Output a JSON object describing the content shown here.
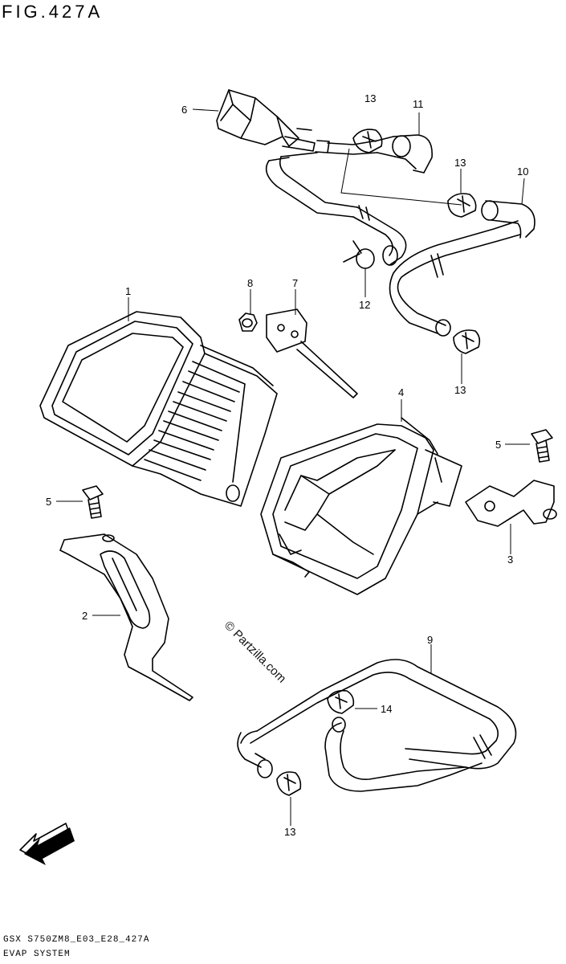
{
  "figure_title": "FIG.427A",
  "watermark": "© Partzilla.com",
  "fwd_label": "FWD",
  "footer": {
    "line1": "GSX  S750ZM8_E03_E28_427A",
    "line2": "EVAP SYSTEM"
  },
  "callouts": {
    "c1": "1",
    "c2": "2",
    "c3": "3",
    "c4": "4",
    "c5a": "5",
    "c5b": "5",
    "c6": "6",
    "c7": "7",
    "c8": "8",
    "c9": "9",
    "c10": "10",
    "c11": "11",
    "c12": "12",
    "c13a": "13",
    "c13b": "13",
    "c13c": "13",
    "c13d": "13",
    "c14": "14"
  }
}
